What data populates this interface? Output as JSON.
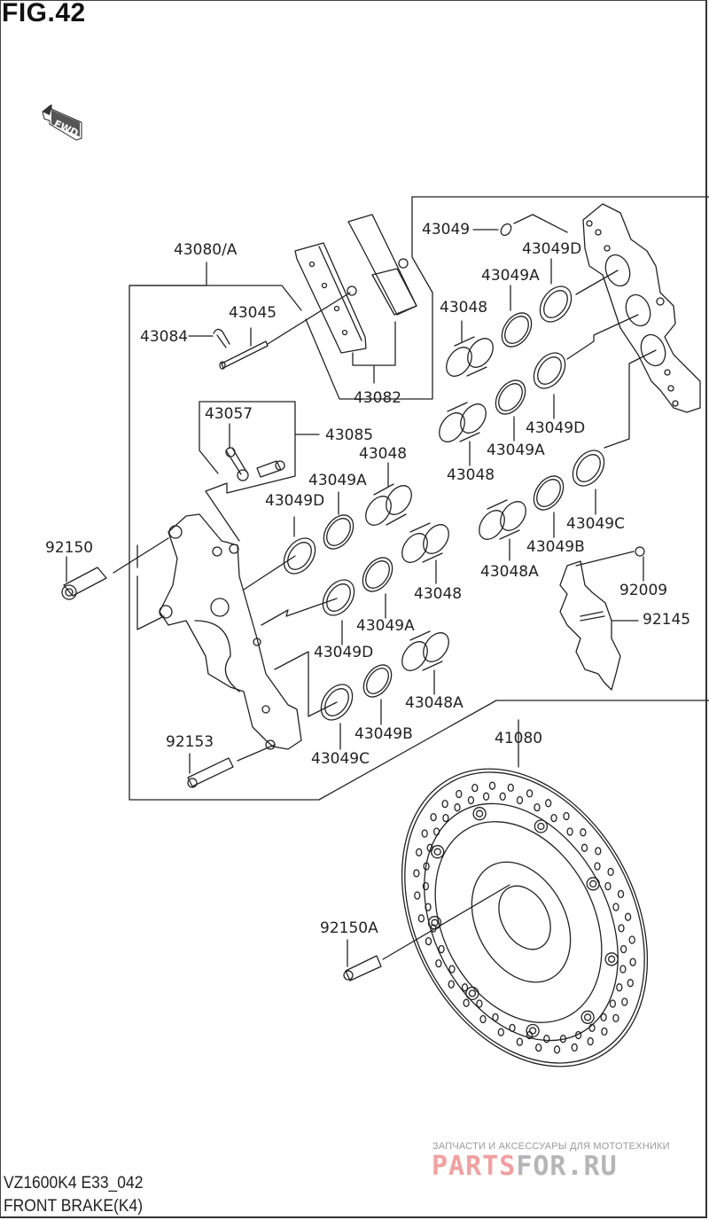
{
  "figure": {
    "title": "FIG.42",
    "model_code": "VZ1600K4 E33_042",
    "name": "FRONT BRAKE(K4)",
    "direction_marker": "FWD"
  },
  "watermark": {
    "tagline": "ЗАПЧАСТИ И АКСЕССУАРЫ ДЛЯ МОТОТЕХНИКИ",
    "brand_part1": "PARTS",
    "brand_part2": "FOR.RU",
    "colors": {
      "part1": "#f1a0a0",
      "part2": "#b5b5b5"
    }
  },
  "parts": {
    "caliper_assy": "43080/A",
    "pin": "43045",
    "clip": "43084",
    "pad_set": "43082",
    "bleeder": "43057",
    "bleeder_set": "43085",
    "caliper_bolt_upper": "92150",
    "caliper_bolt_lower": "92153",
    "seal_outer": "43049",
    "seal_d_top": "43049D",
    "seal_a_top": "43049A",
    "piston_top": "43048",
    "seal_d_mid_right": "43049D",
    "seal_a_mid_right": "43049A",
    "piston_mid_right": "43048",
    "seal_c_right": "43049C",
    "seal_b_right": "43049B",
    "piston_a_right": "43048A",
    "bolt_small": "92009",
    "bracket": "92145",
    "piston_left_top": "43048",
    "seal_a_left_top": "43049A",
    "seal_d_left_top": "43049D",
    "piston_left_mid": "43048",
    "seal_a_left_mid": "43049A",
    "seal_d_left_mid": "43049D",
    "piston_a_left": "43048A",
    "seal_b_left": "43049B",
    "seal_c_left": "43049C",
    "disc": "41080",
    "disc_bolt": "92150A"
  }
}
